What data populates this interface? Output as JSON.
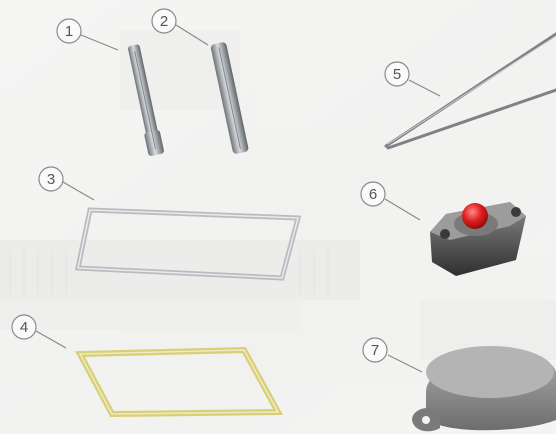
{
  "callouts": [
    {
      "number": "1",
      "part": "short-pin"
    },
    {
      "number": "2",
      "part": "long-pin"
    },
    {
      "number": "3",
      "part": "white-gasket"
    },
    {
      "number": "4",
      "part": "yellow-gasket"
    },
    {
      "number": "5",
      "part": "tweezers"
    },
    {
      "number": "6",
      "part": "red-button-mount"
    },
    {
      "number": "7",
      "part": "round-cap"
    }
  ],
  "colors": {
    "background": "#f4f4f3",
    "callout_stroke": "#8a8a8a",
    "gasket_white": "#b9bcbf",
    "gasket_yellow": "#d8cf7a",
    "button_red": "#d51b1b",
    "part_dark": "#3e3e3e",
    "cap_grey": "#8d8d8d"
  }
}
